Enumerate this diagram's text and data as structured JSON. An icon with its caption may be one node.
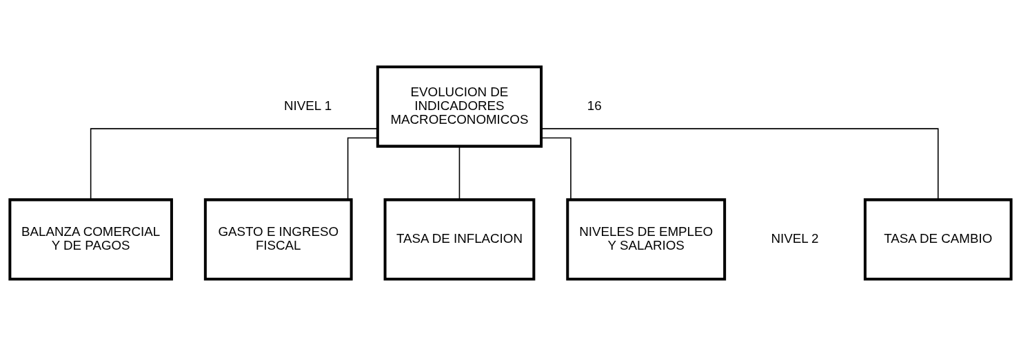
{
  "diagram": {
    "nodes": [
      {
        "text": [
          "EVOLUCION DE INDICADORES MACROECONOMICOS"
        ]
      },
      {
        "text": [
          "TASA DE CAMBIO"
        ]
      },
      {
        "text": [
          "BALANZA COMERCIAL Y DE PAGOS"
        ]
      },
      {
        "text": [
          "GASTO E INGRESO FISCAL"
        ]
      },
      {
        "text": [
          "TASA DE INFLACION"
        ]
      },
      {
        "text": [
          "NIVELES DE EMPLEO Y SALARIOS"
        ]
      }
    ],
    "edges": [
      {
        "from": 0,
        "to": 1,
        "arrow": "none"
      },
      {
        "from": 0,
        "to": 2,
        "arrow": "none"
      },
      {
        "from": 0,
        "to": 3,
        "arrow": "none"
      },
      {
        "from": 0,
        "to": 4,
        "arrow": "none"
      },
      {
        "from": 0,
        "to": 5,
        "arrow": "none"
      }
    ],
    "labels": [
      "NIVEL 1",
      "16",
      "NIVEL 2"
    ]
  }
}
